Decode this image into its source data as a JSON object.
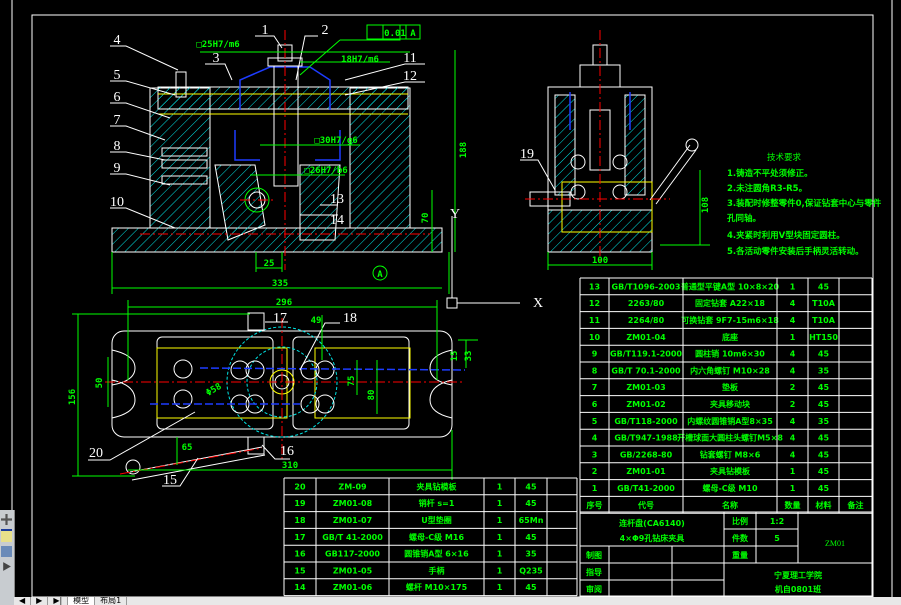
{
  "colors": {
    "background": "#000000",
    "outline": "#ffffff",
    "hatch": "#00e5e5",
    "dimension": "#00ff00",
    "centerline": "#ff0000",
    "hidden": "#1d3cff",
    "highlight": "#ffff00"
  },
  "balloons": [
    "1",
    "2",
    "3",
    "4",
    "5",
    "6",
    "7",
    "8",
    "9",
    "10",
    "11",
    "12",
    "13",
    "14",
    "15",
    "16",
    "17",
    "18",
    "19",
    "20"
  ],
  "dimensions": {
    "front_width": "335",
    "front_offset": "25",
    "front_height": "188",
    "front_base": "70",
    "fit_top": "□25H7/m6",
    "fit_bushing": "18H7/m6",
    "fit_mid": "□30H7/g6",
    "fit_low": "□26H7/b6",
    "tolerance": "0.01",
    "datum": "A",
    "top_width": "296",
    "top_overall": "310",
    "top_depth": "156",
    "top_49": "49",
    "top_15": "15",
    "top_33": "33",
    "top_50": "50",
    "top_dia": "Φ58",
    "top_75": "75",
    "top_80": "80",
    "top_65": "65",
    "side_width": "100",
    "side_height": "108"
  },
  "technical_requirements": {
    "title": "技术要求",
    "items": [
      "1.铸造不平处须修正。",
      "2.未注圆角R3-R5。",
      "3.装配时修整零件0,保证钻套中心与零件",
      "孔同轴。",
      "4.夹紧时利用V型块固定圆柱。",
      "5.各活动零件安装后手柄灵活转动。"
    ]
  },
  "bom_right": {
    "rows": [
      [
        "13",
        "GB/T1096-2003",
        "普通型平键A型 10×8×20",
        "1",
        "45",
        ""
      ],
      [
        "12",
        "2263/80",
        "固定钻套 A22×18",
        "4",
        "T10A",
        ""
      ],
      [
        "11",
        "2264/80",
        "可换钻套 9F7-15m6×18",
        "4",
        "T10A",
        ""
      ],
      [
        "10",
        "ZM01-04",
        "底座",
        "1",
        "HT150",
        ""
      ],
      [
        "9",
        "GB/T119.1-2000",
        "圆柱销 10m6×30",
        "4",
        "45",
        ""
      ],
      [
        "8",
        "GB/T 70.1-2000",
        "内六角螺钉 M10×28",
        "4",
        "35",
        ""
      ],
      [
        "7",
        "ZM01-03",
        "垫板",
        "2",
        "45",
        ""
      ],
      [
        "6",
        "ZM01-02",
        "夹具移动块",
        "2",
        "45",
        ""
      ],
      [
        "5",
        "GB/T118-2000",
        "内螺纹圆锥销A型8×35",
        "4",
        "35",
        ""
      ],
      [
        "4",
        "GB/T947-1988",
        "开槽球面大圆柱头螺钉M5×8",
        "4",
        "45",
        ""
      ],
      [
        "3",
        "GB/2268-80",
        "钻套螺钉 M8×6",
        "4",
        "45",
        ""
      ],
      [
        "2",
        "ZM01-01",
        "夹具钻模板",
        "1",
        "45",
        ""
      ],
      [
        "1",
        "GB/T41-2000",
        "螺母-C级 M10",
        "1",
        "45",
        ""
      ]
    ],
    "header": [
      "序号",
      "代号",
      "名称",
      "数量",
      "材料",
      "备注"
    ]
  },
  "bom_left": {
    "rows": [
      [
        "20",
        "ZM-09",
        "夹具钻模板",
        "1",
        "45"
      ],
      [
        "19",
        "ZM01-08",
        "销杆 s=1",
        "1",
        "45"
      ],
      [
        "18",
        "ZM01-07",
        "U型垫圈",
        "1",
        "65Mn"
      ],
      [
        "17",
        "GB/T 41-2000",
        "螺母-C级 M16",
        "1",
        "45"
      ],
      [
        "16",
        "GB117-2000",
        "圆锥销A型 6×16",
        "1",
        "35"
      ],
      [
        "15",
        "ZM01-05",
        "手柄",
        "1",
        "Q235"
      ],
      [
        "14",
        "ZM01-06",
        "螺杆 M10×175",
        "1",
        "45"
      ]
    ]
  },
  "title_block": {
    "part_name_1": "连杆盘(CA6140)",
    "part_name_2": "4×Φ9孔钻床夹具",
    "scale_label": "比例",
    "scale": "1:2",
    "count_label": "件数",
    "count": "5",
    "weight_label": "重量",
    "drawing_no": "ZM01",
    "drawn_label": "制图",
    "guide_label": "指导",
    "review_label": "审阅",
    "school": "宁夏理工学院",
    "class": "机自0801班"
  },
  "ui": {
    "tabs": [
      "◀",
      "▶",
      "▶|",
      "模型",
      "布局1"
    ]
  }
}
